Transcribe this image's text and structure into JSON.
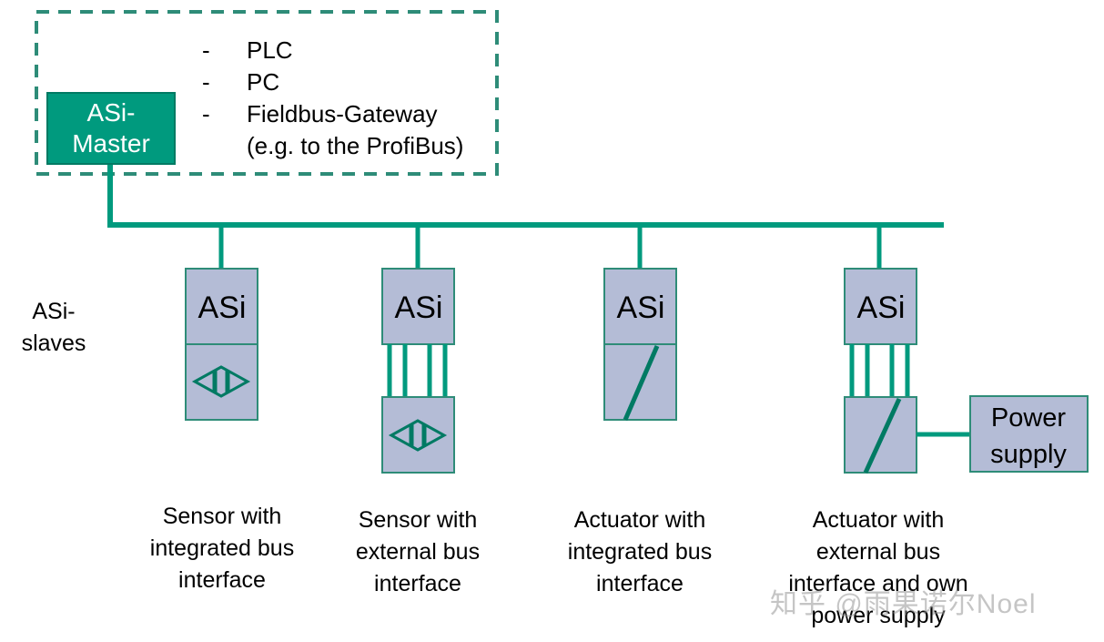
{
  "master": {
    "label_line1": "ASi-",
    "label_line2": "Master",
    "hosts": [
      "PLC",
      "PC",
      "Fieldbus-Gateway"
    ],
    "hosts_continuation": "(e.g. to the ProfiBus)",
    "bullet": "-"
  },
  "slaves_label": {
    "line1": "ASi-",
    "line2": "slaves"
  },
  "slaves": [
    {
      "module_label": "ASi",
      "caption": [
        "Sensor with",
        "integrated bus",
        "interface"
      ]
    },
    {
      "module_label": "ASi",
      "caption": [
        "Sensor with",
        "external bus",
        "interface"
      ]
    },
    {
      "module_label": "ASi",
      "caption": [
        "Actuator with",
        "integrated bus",
        "interface"
      ]
    },
    {
      "module_label": "ASi",
      "caption": [
        "Actuator with",
        "external bus",
        "interface and own",
        "power supply"
      ]
    }
  ],
  "power_supply": {
    "line1": "Power",
    "line2": "supply"
  },
  "watermark": "知乎 @雨果诺尔Noel",
  "colors": {
    "bus": "#009a7e",
    "module_fill": "#b4bcd6",
    "module_border": "#2e8c78",
    "master_fill": "#009a7e"
  }
}
